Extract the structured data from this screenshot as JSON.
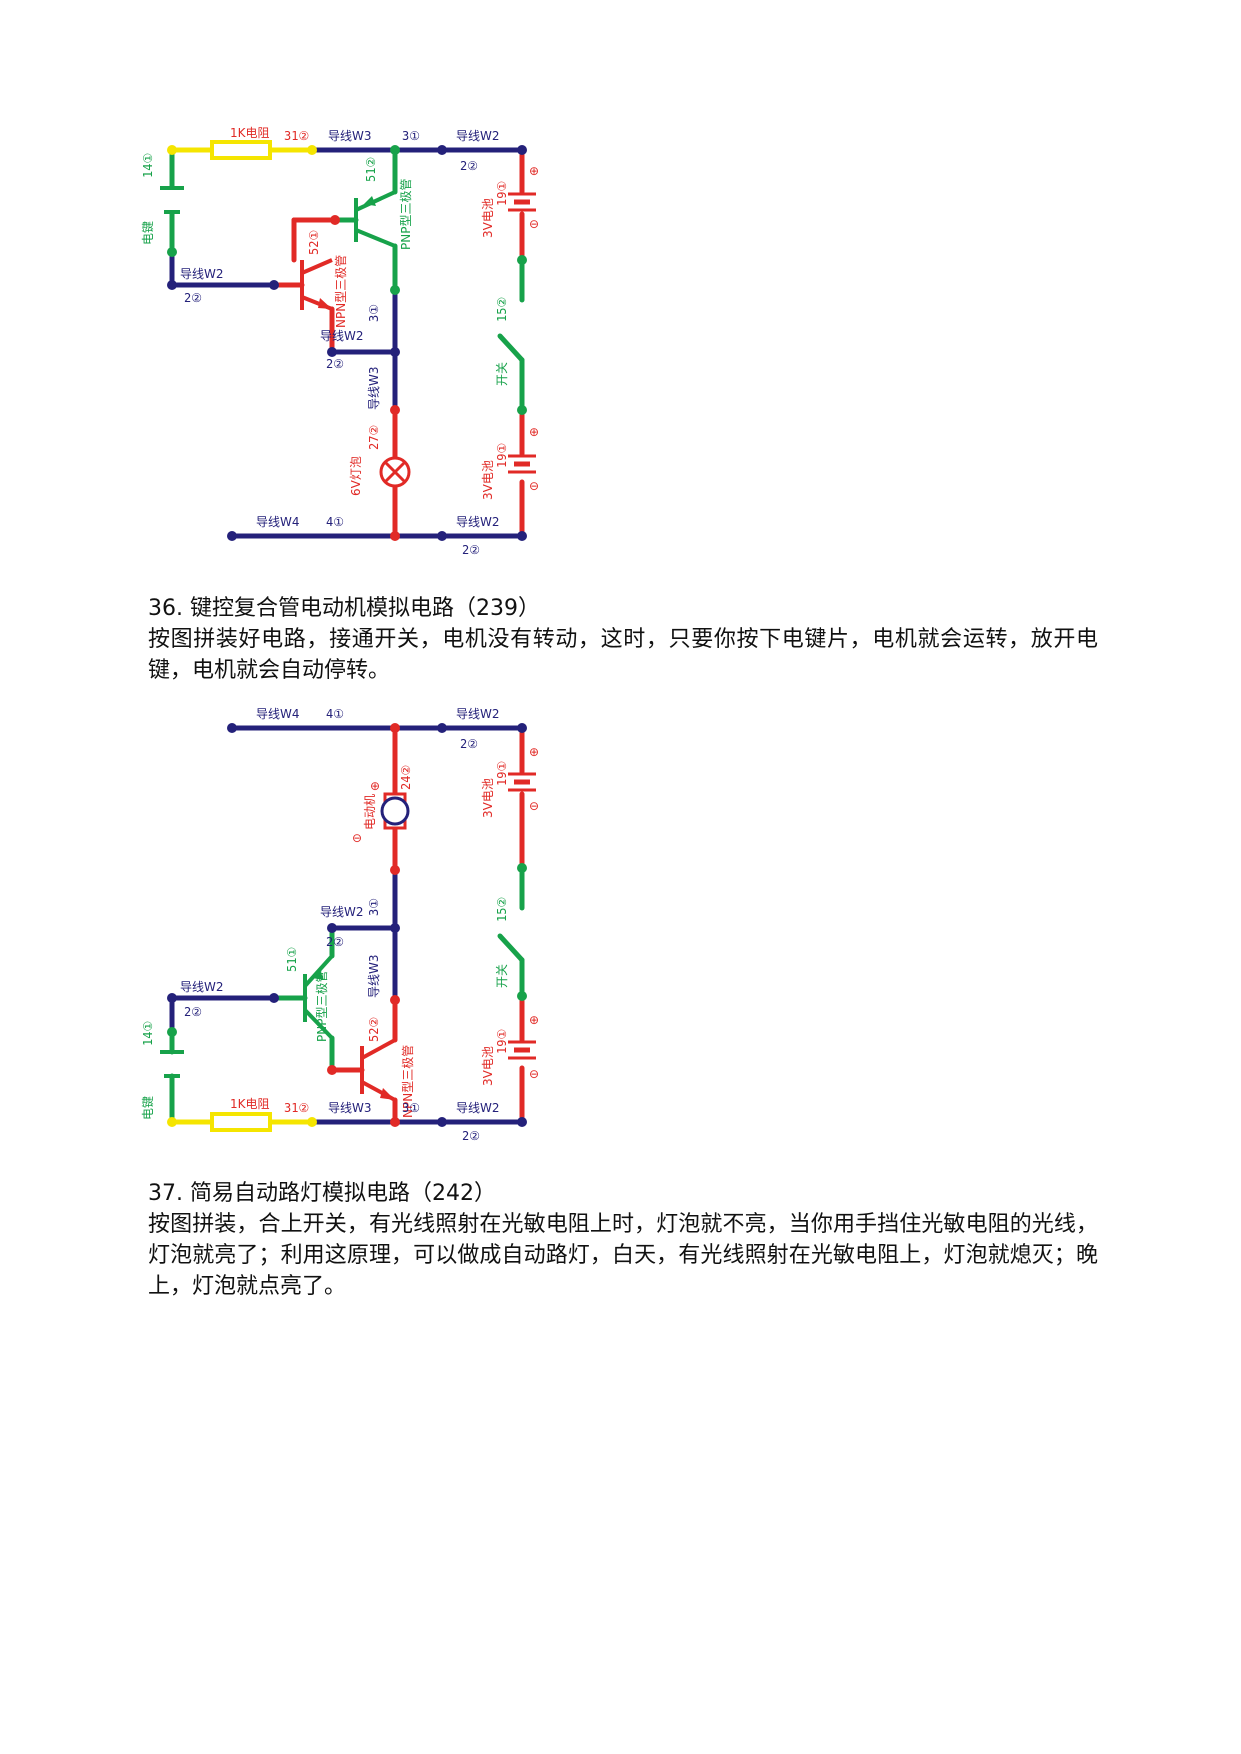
{
  "colors": {
    "blue": "#24217a",
    "red": "#e12a26",
    "green": "#17a24a",
    "yellow": "#f5e500"
  },
  "circuit1": {
    "resistor_label": "1K电阻",
    "resistor_code": "31②",
    "wire_w3_top": "导线W3",
    "code_top_mid": "3①",
    "wire_w2_top_right": "导线W2",
    "code_top_right": "2②",
    "key_code": "14①",
    "key_label": "电键",
    "pnp_code": "51②",
    "pnp_label": "PNP型三极管",
    "npn_code": "52①",
    "npn_label": "NPN型三极管",
    "wire_w2_left": "导线W2",
    "code_left": "2②",
    "battery_top_code": "19①",
    "battery_top_label": "3V电池",
    "code_mid_right_wire": "3①",
    "switch_code": "15②",
    "switch_label": "开关",
    "wire_w2_mid": "导线W2",
    "code_mid": "2②",
    "wire_w3_vertical": "导线W3",
    "lamp_code": "27②",
    "lamp_label": "6V灯泡",
    "battery_bottom_code": "19①",
    "battery_bottom_label": "3V电池",
    "wire_w4_bottom": "导线W4",
    "code_bottom_mid": "4①",
    "wire_w2_bottom_right": "导线W2",
    "code_bottom_right": "2②",
    "plus": "⊕",
    "minus": "⊖"
  },
  "section36": {
    "title": "36. 键控复合管电动机模拟电路（239）",
    "body": "按图拼装好电路，接通开关，电机没有转动，这时，只要你按下电键片，电机就会运转，放开电键，电机就会自动停转。"
  },
  "circuit2": {
    "wire_w4_top": "导线W4",
    "code_top_mid": "4①",
    "wire_w2_top_right": "导线W2",
    "code_top_right": "2②",
    "motor_code": "24②",
    "motor_label": "电动机",
    "battery_top_code": "19①",
    "battery_top_label": "3V电池",
    "code_mid_wire": "3①",
    "switch_code": "15②",
    "switch_label": "开关",
    "wire_w2_mid": "导线W2",
    "code_mid": "2②",
    "pnp_code": "51①",
    "pnp_label": "PNP型三极管",
    "wire_w3_vertical": "导线W3",
    "wire_w2_left": "导线W2",
    "code_left": "2②",
    "key_code": "14①",
    "key_label": "电键",
    "npn_code": "52②",
    "npn_label": "NPN型三极管",
    "battery_bottom_code": "19①",
    "battery_bottom_label": "3V电池",
    "resistor_label": "1K电阻",
    "resistor_code": "31②",
    "wire_w3_bottom": "导线W3",
    "code_bottom_mid": "3①",
    "wire_w2_bottom_right": "导线W2",
    "code_bottom_right": "2②",
    "plus": "⊕",
    "minus": "⊖"
  },
  "section37": {
    "title": "37. 简易自动路灯模拟电路（242）",
    "body": "按图拼装，合上开关，有光线照射在光敏电阻上时，灯泡就不亮，当你用手挡住光敏电阻的光线，灯泡就亮了；利用这原理，可以做成自动路灯，白天，有光线照射在光敏电阻上，灯泡就熄灭；晚上，灯泡就点亮了。"
  }
}
